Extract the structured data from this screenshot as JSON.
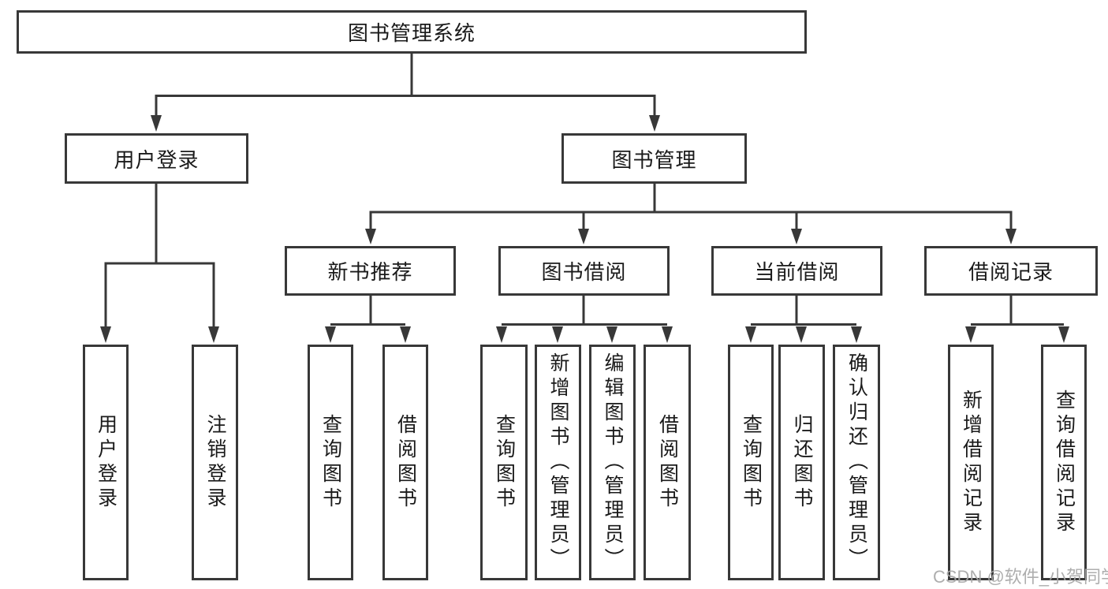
{
  "diagram": {
    "root_label": "图书管理系统",
    "user_branch": {
      "label": "用户登录",
      "children": [
        "用户登录",
        "注销登录"
      ]
    },
    "management_branch": {
      "label": "图书管理",
      "modules": [
        {
          "label": "新书推荐",
          "children": [
            "查询图书",
            "借阅图书"
          ]
        },
        {
          "label": "图书借阅",
          "children": [
            "查询图书",
            "新增图书（管理员）",
            "编辑图书（管理员）",
            "借阅图书"
          ]
        },
        {
          "label": "当前借阅",
          "children": [
            "查询图书",
            "归还图书",
            "确认归还（管理员）"
          ]
        },
        {
          "label": "借阅记录",
          "children": [
            "新增借阅记录",
            "查询借阅记录"
          ]
        }
      ]
    }
  },
  "watermark": "CSDN @软件_小贺同学",
  "colors": {
    "line": "#383838",
    "text": "#1a1a1a",
    "box_background": "#ffffff",
    "page_background": "#ffffff",
    "watermark": "#a8a8a8"
  }
}
